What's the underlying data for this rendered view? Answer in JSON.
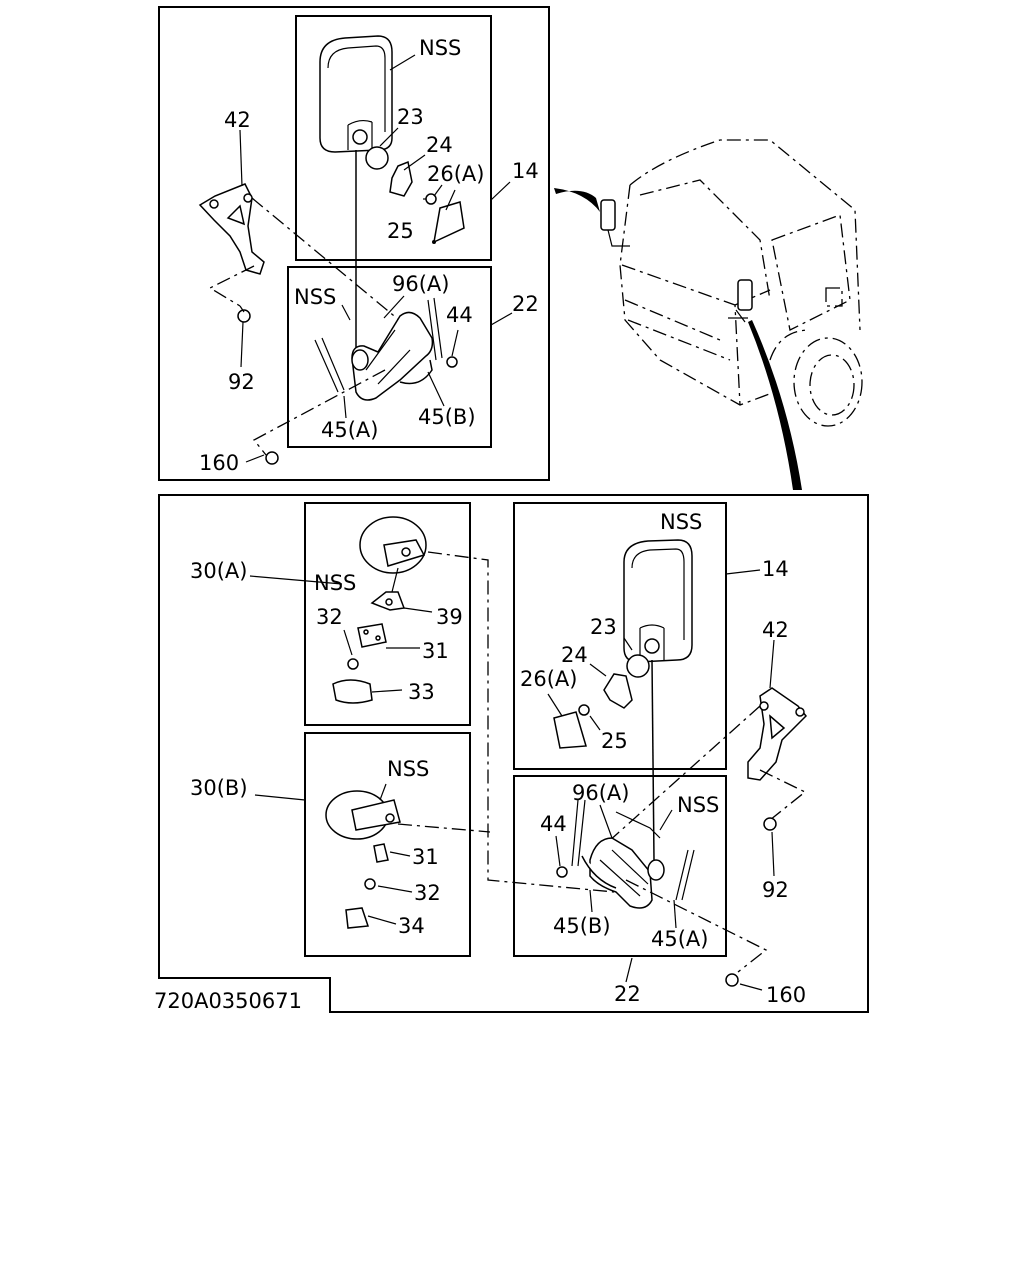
{
  "drawing_id": "720A0350671",
  "top_panel": {
    "labels": {
      "nss_mirror": "NSS",
      "nss_bracket": "NSS",
      "p23": "23",
      "p24": "24",
      "p26a": "26(A)",
      "p25": "25",
      "p14": "14",
      "p42": "42",
      "p92": "92",
      "p96a": "96(A)",
      "p44": "44",
      "p22": "22",
      "p45a": "45(A)",
      "p45b": "45(B)",
      "p160": "160"
    }
  },
  "bottom_panel": {
    "labels": {
      "p30a": "30(A)",
      "nss_30a": "NSS",
      "p32_top": "32",
      "p39": "39",
      "p31_top": "31",
      "p33": "33",
      "p30b": "30(B)",
      "nss_30b": "NSS",
      "p31_bot": "31",
      "p32_bot": "32",
      "p34": "34",
      "nss_mirror": "NSS",
      "p14": "14",
      "p23": "23",
      "p24": "24",
      "p26a": "26(A)",
      "p25": "25",
      "p42": "42",
      "p92": "92",
      "p96a": "96(A)",
      "nss_bracket": "NSS",
      "p44": "44",
      "p45b": "45(B)",
      "p45a": "45(A)",
      "p22": "22",
      "p160": "160"
    }
  }
}
